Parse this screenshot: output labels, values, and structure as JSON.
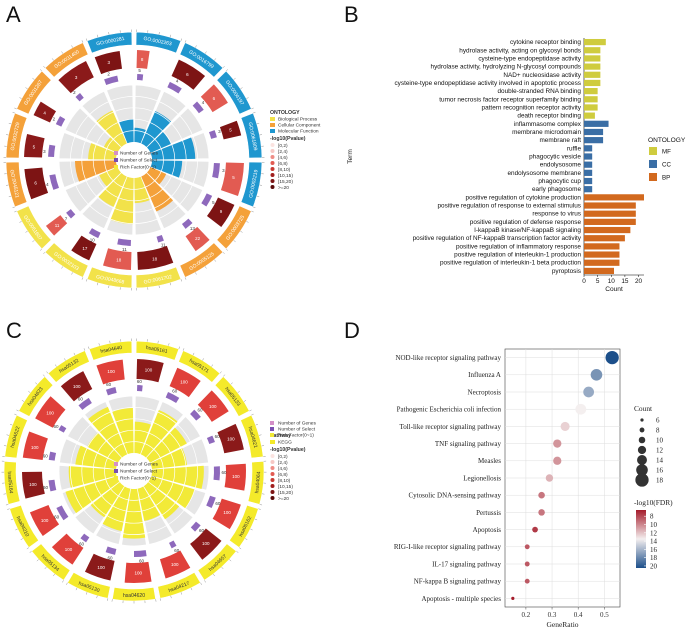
{
  "panels": {
    "a": "A",
    "b": "B",
    "c": "C",
    "d": "D"
  },
  "colors": {
    "mf": "#cfcc3e",
    "cc": "#3a6ea5",
    "bp": "#d2691e",
    "bio_process": "#f2e24a",
    "cell_comp": "#f4a13a",
    "mol_func": "#1f97cf",
    "kegg": "#f4ea2a",
    "rich": "#f2ea38",
    "red": "#e0403a",
    "darkred": "#8b1a1a",
    "num_genes": "#d48fc7",
    "num_select": "#7a4fb0"
  },
  "chart_data": [
    {
      "type": "circos",
      "panel": "A",
      "sectors": [
        {
          "id": "GO:0002263",
          "group": "MF",
          "count": 8
        },
        {
          "id": "GO:0016799",
          "group": "MF",
          "count": 6
        },
        {
          "id": "GO:0004197",
          "group": "MF",
          "count": 6
        },
        {
          "id": "GO:0061809",
          "group": "MF",
          "count": 5
        },
        {
          "id": "GO:0002219",
          "group": "MF",
          "count": 5
        },
        {
          "id": "GO:0003725",
          "group": "CC",
          "count": 9
        },
        {
          "id": "GO:0005125",
          "group": "BP",
          "count": 22
        },
        {
          "id": "GO:0061702",
          "group": "BP",
          "count": 18
        },
        {
          "id": "GO:0048668",
          "group": "BP",
          "count": 18
        },
        {
          "id": "GO:0032103",
          "group": "BP",
          "count": 17
        },
        {
          "id": "GO:0051607",
          "group": "BP",
          "count": 11
        },
        {
          "id": "GO:0045121",
          "group": "CC",
          "count": 6
        },
        {
          "id": "GO:0032729",
          "group": "CC",
          "count": 5
        },
        {
          "id": "GO:0031267",
          "group": "CC",
          "count": 4
        },
        {
          "id": "GO:0031400",
          "group": "CC",
          "count": 3
        },
        {
          "id": "GO:0000281",
          "group": "CC",
          "count": 3
        }
      ],
      "legend": {
        "ontology_title": "ONTOLOGY",
        "ontology_items": [
          "Biological Process",
          "Cellular Component",
          "Molecular Function"
        ],
        "pvalue_title": "-log10(Pvalue)",
        "pvalue_items": [
          "[0,2)",
          "[2,4)",
          "[4,6)",
          "[6,8)",
          "[8,10)",
          "[10,15)",
          "[15,20)",
          ">=20"
        ],
        "extra_items": [
          "Number of Genes",
          "Number of Select",
          "Rich Factor(0~1)"
        ]
      }
    },
    {
      "type": "bar",
      "panel": "B",
      "orientation": "horizontal",
      "ylabel": "Term",
      "xlabel": "Count",
      "xlim": [
        0,
        22
      ],
      "xticks": [
        0,
        5,
        10,
        15,
        20
      ],
      "legend_title": "ONTOLOGY",
      "legend_items": [
        "MF",
        "CC",
        "BP"
      ],
      "categories": [
        "cytokine receptor binding",
        "hydrolase activity, acting on glycosyl bonds",
        "cysteine-type endopeptidase activity",
        "hydrolase activity, hydrolyzing N-glycosyl compounds",
        "NAD+ nucleosidase activity",
        "cysteine-type endopeptidase activity involved in apoptotic process",
        "double-stranded RNA binding",
        "tumor necrosis factor receptor superfamily binding",
        "pattern recognition receptor activity",
        "death receptor binding",
        "inflammasome complex",
        "membrane microdomain",
        "membrane raft",
        "ruffle",
        "phagocytic vesicle",
        "endolysosome",
        "endolysosome membrane",
        "phagocytic cup",
        "early phagosome",
        "positive regulation of cytokine production",
        "positive regulation of response to external stimulus",
        "response to virus",
        "positive regulation of defense response",
        "I-kappaB kinase/NF-kappaB signaling",
        "positive regulation of NF-kappaB transcription factor activity",
        "positive regulation of inflammatory response",
        "positive regulation of interleukin-1 production",
        "positive regulation of interleukin-1 beta production",
        "pyroptosis"
      ],
      "groups": [
        "MF",
        "MF",
        "MF",
        "MF",
        "MF",
        "MF",
        "MF",
        "MF",
        "MF",
        "MF",
        "CC",
        "CC",
        "CC",
        "CC",
        "CC",
        "CC",
        "CC",
        "CC",
        "CC",
        "BP",
        "BP",
        "BP",
        "BP",
        "BP",
        "BP",
        "BP",
        "BP",
        "BP",
        "BP"
      ],
      "values": [
        8,
        6,
        6,
        6,
        6,
        6,
        5,
        5,
        5,
        4,
        9,
        7,
        7,
        3,
        3,
        3,
        3,
        3,
        3,
        22,
        19,
        19,
        19,
        17,
        15,
        13,
        13,
        13,
        11
      ]
    },
    {
      "type": "circos",
      "panel": "C",
      "sectors": [
        {
          "id": "hsa05161",
          "count": 100
        },
        {
          "id": "hsa05171",
          "count": 100
        },
        {
          "id": "hsa05133",
          "count": 100
        },
        {
          "id": "hsa04621",
          "count": 100
        },
        {
          "id": "hsa04064",
          "count": 100
        },
        {
          "id": "hsa05162",
          "count": 100
        },
        {
          "id": "hsa04657",
          "count": 100
        },
        {
          "id": "hsa04217",
          "count": 100
        },
        {
          "id": "hsa04620",
          "count": 100
        },
        {
          "id": "hsa05130",
          "count": 100
        },
        {
          "id": "hsa05134",
          "count": 100
        },
        {
          "id": "hsa04210",
          "count": 100
        },
        {
          "id": "hsa05164",
          "count": 100
        },
        {
          "id": "hsa04622",
          "count": 100
        },
        {
          "id": "hsa04623",
          "count": 100
        },
        {
          "id": "hsa05132",
          "count": 100
        },
        {
          "id": "hsa04640",
          "count": 100
        }
      ],
      "legend": {
        "pathway_title": "Pathway",
        "pathway_items": [
          "KEGG"
        ],
        "pvalue_title": "-log10(Pvalue)",
        "pvalue_items": [
          "[0,2)",
          "[2,4)",
          "[4,6)",
          "[6,8)",
          "[8,10)",
          "[10,15)",
          "[15,20)",
          ">=20"
        ],
        "extra_items": [
          "Number of Genes",
          "Number of Select",
          "Rich Factor(0~1)"
        ]
      }
    },
    {
      "type": "scatter",
      "panel": "D",
      "xlabel": "GeneRatio",
      "xlim": [
        0.12,
        0.56
      ],
      "xticks": [
        0.2,
        0.3,
        0.4,
        0.5
      ],
      "categories": [
        "NOD-like receptor signaling pathway",
        "Influenza A",
        "Necroptosis",
        "Pathogenic Escherichia coli infection",
        "Toll-like receptor signaling pathway",
        "TNF signaling pathway",
        "Measles",
        "Legionellosis",
        "Cytosolic DNA-sensing pathway",
        "Pertussis",
        "Apoptosis",
        "RIG-I-like receptor signaling pathway",
        "IL-17 signaling pathway",
        "NF-kappa B signaling pathway",
        "Apoptosis - multiple species"
      ],
      "x": [
        0.53,
        0.47,
        0.44,
        0.41,
        0.35,
        0.32,
        0.32,
        0.29,
        0.26,
        0.26,
        0.235,
        0.205,
        0.205,
        0.205,
        0.15
      ],
      "count": [
        18,
        16,
        15,
        15,
        13,
        12,
        12,
        11,
        10,
        10,
        9,
        8,
        8,
        8,
        6
      ],
      "neglog10fdr": [
        20,
        17,
        16,
        13,
        12,
        10,
        10,
        11,
        9,
        9,
        7,
        8,
        8,
        8,
        6
      ],
      "size_legend_title": "Count",
      "size_legend_values": [
        6,
        8,
        10,
        12,
        14,
        16,
        18
      ],
      "color_legend_title": "-log10(FDR)",
      "color_legend_ticks": [
        8,
        10,
        12,
        14,
        16,
        18,
        20
      ]
    }
  ]
}
